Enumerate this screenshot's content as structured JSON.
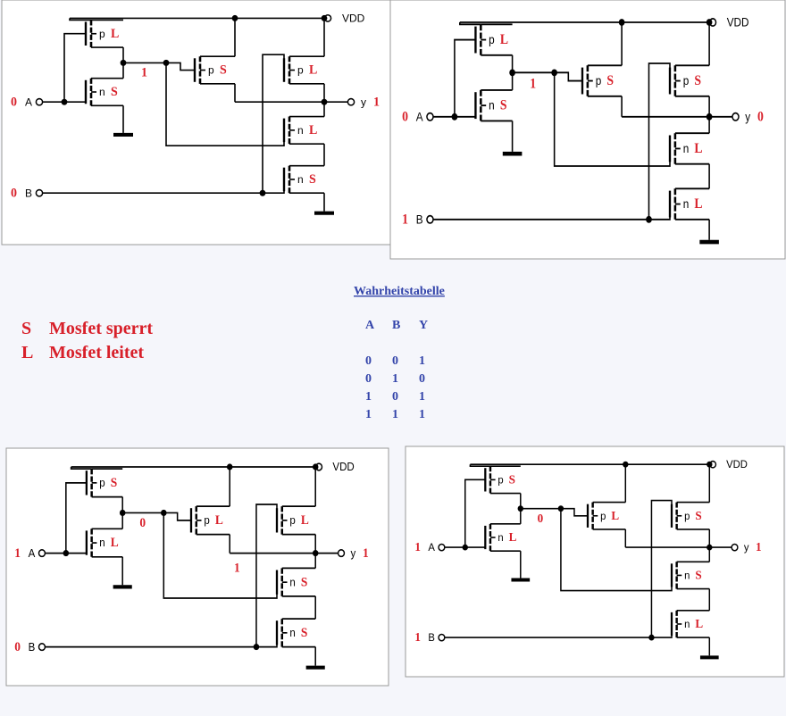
{
  "common": {
    "vdd": "VDD",
    "in_a": "A",
    "in_b": "B",
    "out_y": "y"
  },
  "circuits": [
    {
      "a": "0",
      "b": "0",
      "y": "1",
      "mid": "1",
      "p1": {
        "type": "p",
        "state": "L"
      },
      "n1": {
        "type": "n",
        "state": "S"
      },
      "p2": {
        "type": "p",
        "state": "S"
      },
      "p3": {
        "type": "p",
        "state": "L"
      },
      "n2": {
        "type": "n",
        "state": "L"
      },
      "n3": {
        "type": "n",
        "state": "S"
      }
    },
    {
      "a": "0",
      "b": "1",
      "y": "0",
      "mid": "1",
      "p1": {
        "type": "p",
        "state": "L"
      },
      "n1": {
        "type": "n",
        "state": "S"
      },
      "p2": {
        "type": "p",
        "state": "S"
      },
      "p3": {
        "type": "p",
        "state": "S"
      },
      "n2": {
        "type": "n",
        "state": "L"
      },
      "n3": {
        "type": "n",
        "state": "L"
      }
    },
    {
      "a": "1",
      "b": "0",
      "y": "1",
      "mid": "0",
      "out": "1",
      "p1": {
        "type": "p",
        "state": "S"
      },
      "n1": {
        "type": "n",
        "state": "L"
      },
      "p2": {
        "type": "p",
        "state": "L"
      },
      "p3": {
        "type": "p",
        "state": "L"
      },
      "n2": {
        "type": "n",
        "state": "S"
      },
      "n3": {
        "type": "n",
        "state": "S"
      }
    },
    {
      "a": "1",
      "b": "1",
      "y": "1",
      "mid": "0",
      "p1": {
        "type": "p",
        "state": "S"
      },
      "n1": {
        "type": "n",
        "state": "L"
      },
      "p2": {
        "type": "p",
        "state": "L"
      },
      "p3": {
        "type": "p",
        "state": "S"
      },
      "n2": {
        "type": "n",
        "state": "S"
      },
      "n3": {
        "type": "n",
        "state": "L"
      }
    }
  ],
  "truth_table": {
    "title": "Wahrheitstabelle",
    "headers": [
      "A",
      "B",
      "Y"
    ],
    "rows": [
      [
        "0",
        "0",
        "1"
      ],
      [
        "0",
        "1",
        "0"
      ],
      [
        "1",
        "0",
        "1"
      ],
      [
        "1",
        "1",
        "1"
      ]
    ]
  },
  "legend": [
    {
      "key": "S",
      "text": "Mosfet sperrt"
    },
    {
      "key": "L",
      "text": "Mosfet leitet"
    }
  ]
}
